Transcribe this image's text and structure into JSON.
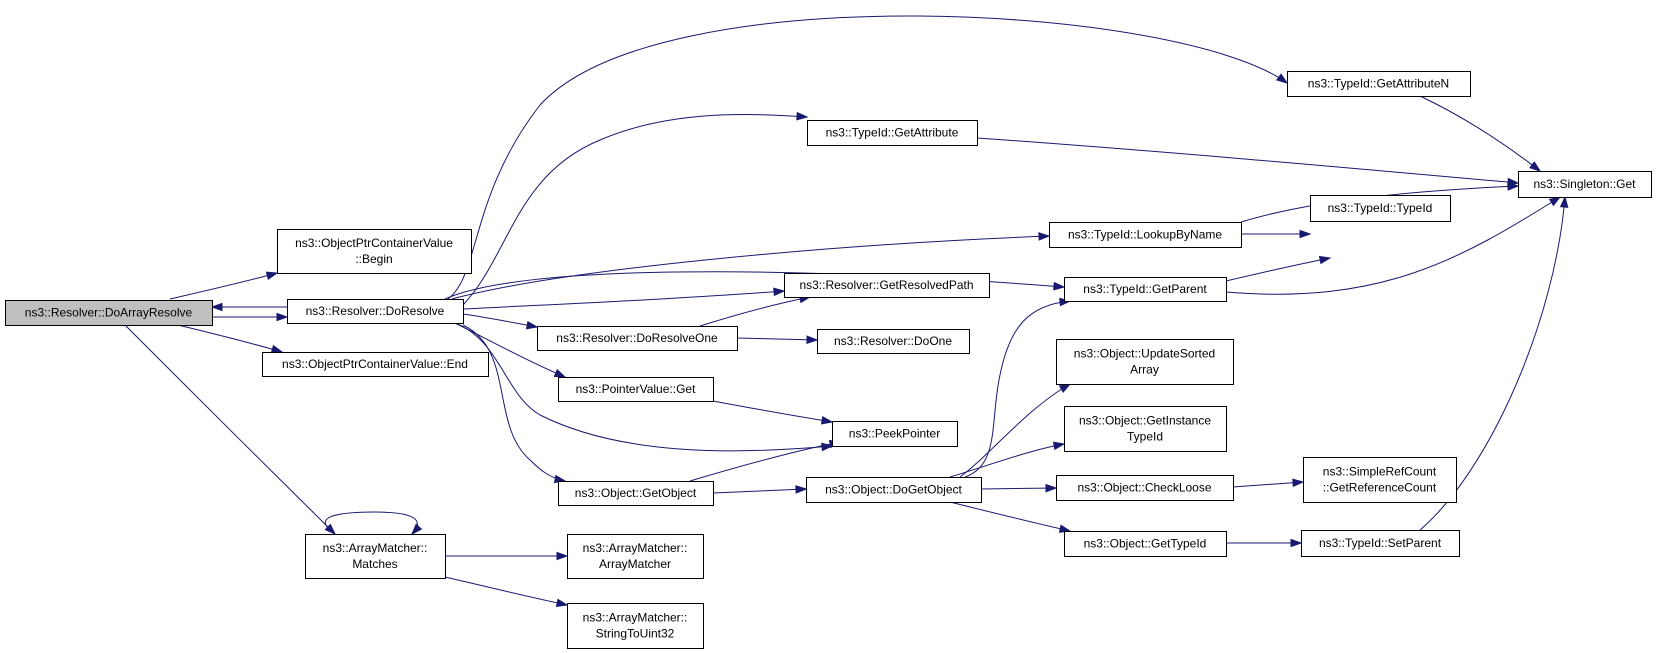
{
  "diagram": {
    "type": "call-graph",
    "edge_color": "#191970",
    "root_fill": "#bfbfbf",
    "nodes": {
      "doArrayResolve": [
        "ns3::Resolver::DoArrayResolve"
      ],
      "optrBegin": [
        "ns3::ObjectPtrContainerValue",
        "::Begin"
      ],
      "doResolve": [
        "ns3::Resolver::DoResolve"
      ],
      "optrEnd": [
        "ns3::ObjectPtrContainerValue::End"
      ],
      "amMatches": [
        "ns3::ArrayMatcher::",
        "Matches"
      ],
      "getResolvedPath": [
        "ns3::Resolver::GetResolvedPath"
      ],
      "doResolveOne": [
        "ns3::Resolver::DoResolveOne"
      ],
      "pvGet": [
        "ns3::PointerValue::Get"
      ],
      "peekPointer": [
        "ns3::PeekPointer"
      ],
      "objGetObject": [
        "ns3::Object::GetObject"
      ],
      "amArrayMatcher": [
        "ns3::ArrayMatcher::",
        "ArrayMatcher"
      ],
      "amStringToUint32": [
        "ns3::ArrayMatcher::",
        "StringToUint32"
      ],
      "tidGetAttribute": [
        "ns3::TypeId::GetAttribute"
      ],
      "doOne": [
        "ns3::Resolver::DoOne"
      ],
      "objDoGetObject": [
        "ns3::Object::DoGetObject"
      ],
      "tidGetAttributeN": [
        "ns3::TypeId::GetAttributeN"
      ],
      "tidLookupByName": [
        "ns3::TypeId::LookupByName"
      ],
      "tidGetParent": [
        "ns3::TypeId::GetParent"
      ],
      "objUpdateSortedArray": [
        "ns3::Object::UpdateSorted",
        "Array"
      ],
      "objGetInstanceTypeId": [
        "ns3::Object::GetInstance",
        "TypeId"
      ],
      "objCheckLoose": [
        "ns3::Object::CheckLoose"
      ],
      "objGetTypeId": [
        "ns3::Object::GetTypeId"
      ],
      "tidTypeId": [
        "ns3::TypeId::TypeId"
      ],
      "srcGetReferenceCount": [
        "ns3::SimpleRefCount",
        "::GetReferenceCount"
      ],
      "tidSetParent": [
        "ns3::TypeId::SetParent"
      ],
      "singletonGet": [
        "ns3::Singleton::Get"
      ]
    },
    "edges": [
      [
        "doArrayResolve",
        "optrBegin"
      ],
      [
        "doArrayResolve",
        "doResolve"
      ],
      [
        "doArrayResolve",
        "optrEnd"
      ],
      [
        "doArrayResolve",
        "amMatches"
      ],
      [
        "doResolve",
        "doArrayResolve"
      ],
      [
        "doResolve",
        "tidGetAttributeN"
      ],
      [
        "doResolve",
        "tidGetAttribute"
      ],
      [
        "doResolve",
        "tidLookupByName"
      ],
      [
        "doResolve",
        "tidGetParent"
      ],
      [
        "doResolve",
        "getResolvedPath"
      ],
      [
        "doResolve",
        "doResolveOne"
      ],
      [
        "doResolve",
        "pvGet"
      ],
      [
        "doResolve",
        "peekPointer"
      ],
      [
        "doResolve",
        "objGetObject"
      ],
      [
        "amMatches",
        "amMatches"
      ],
      [
        "amMatches",
        "amArrayMatcher"
      ],
      [
        "amMatches",
        "amStringToUint32"
      ],
      [
        "doResolveOne",
        "getResolvedPath"
      ],
      [
        "doResolveOne",
        "doOne"
      ],
      [
        "pvGet",
        "peekPointer"
      ],
      [
        "objGetObject",
        "peekPointer"
      ],
      [
        "objGetObject",
        "objDoGetObject"
      ],
      [
        "objDoGetObject",
        "tidGetParent"
      ],
      [
        "objDoGetObject",
        "objUpdateSortedArray"
      ],
      [
        "objDoGetObject",
        "objGetInstanceTypeId"
      ],
      [
        "objDoGetObject",
        "objCheckLoose"
      ],
      [
        "objDoGetObject",
        "objGetTypeId"
      ],
      [
        "tidGetAttribute",
        "singletonGet"
      ],
      [
        "tidGetAttributeN",
        "singletonGet"
      ],
      [
        "tidLookupByName",
        "singletonGet"
      ],
      [
        "tidLookupByName",
        "tidTypeId"
      ],
      [
        "tidGetParent",
        "tidTypeId"
      ],
      [
        "tidGetParent",
        "singletonGet"
      ],
      [
        "objCheckLoose",
        "srcGetReferenceCount"
      ],
      [
        "objGetTypeId",
        "tidSetParent"
      ],
      [
        "tidSetParent",
        "singletonGet"
      ]
    ]
  }
}
